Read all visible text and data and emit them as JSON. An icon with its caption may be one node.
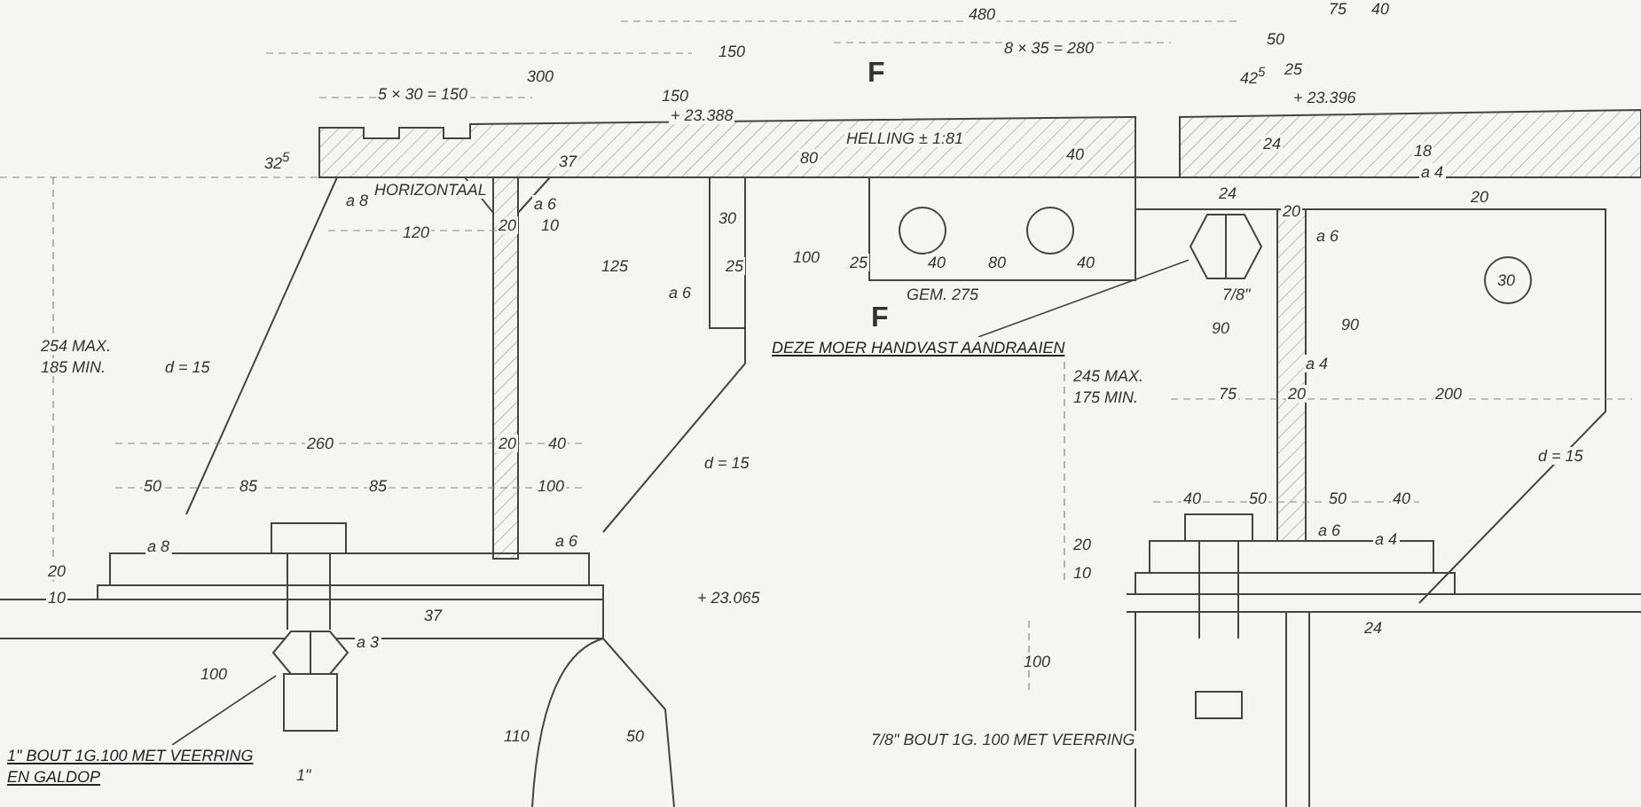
{
  "diagram": {
    "nodes": [
      {
        "text": [
          "DEZE MOER HANDVAST AANDRAAIEN"
        ]
      },
      {
        "text": [],
        "shape": "picture"
      },
      {
        "text": [
          "1\" BOUT 1G.100 MET VEERRING EN GALDOP"
        ]
      },
      {
        "text": [],
        "shape": "picture"
      }
    ],
    "edges": [
      {
        "from": 0,
        "to": 1,
        "arrow": "none"
      },
      {
        "from": 2,
        "to": 3,
        "arrow": "none"
      }
    ],
    "labels": [
      "480",
      "75",
      "40",
      "150",
      "8 × 35 = 280",
      "50",
      "5 × 30 = 150",
      "300",
      "42$^{5}$",
      "25",
      "F",
      "150",
      "+ 23.388",
      "+ 23.396",
      "HELLING ± 1:81",
      "32$^{5}$",
      "HORIZONTAAL",
      "37",
      "80",
      "40",
      "24",
      "18",
      "20",
      "a 4",
      "a 8",
      "a 6",
      "a 6",
      "24",
      "20",
      "120",
      "20",
      "10",
      "30",
      "100",
      "30",
      "125",
      "25",
      "25",
      "40",
      "80",
      "40",
      "a 6",
      "GEM. 275",
      "F",
      "7/8\"",
      "90",
      "90",
      "a 4",
      "254 MAX.",
      "185 MIN.",
      "245 MAX.",
      "175 MIN.",
      "d = 15",
      "d = 15",
      "d = 15",
      "75",
      "20",
      "200",
      "260",
      "20",
      "40",
      "50",
      "85",
      "85",
      "100",
      "40",
      "50",
      "50",
      "40",
      "a 8",
      "a 6",
      "a 6",
      "a 4",
      "20",
      "10",
      "20",
      "10",
      "37",
      "a 3",
      "+ 23.065",
      "100",
      "100",
      "24",
      "1\"",
      "110",
      "50",
      "7/8\" BOUT 1G. 100 MET VEERRING"
    ]
  }
}
